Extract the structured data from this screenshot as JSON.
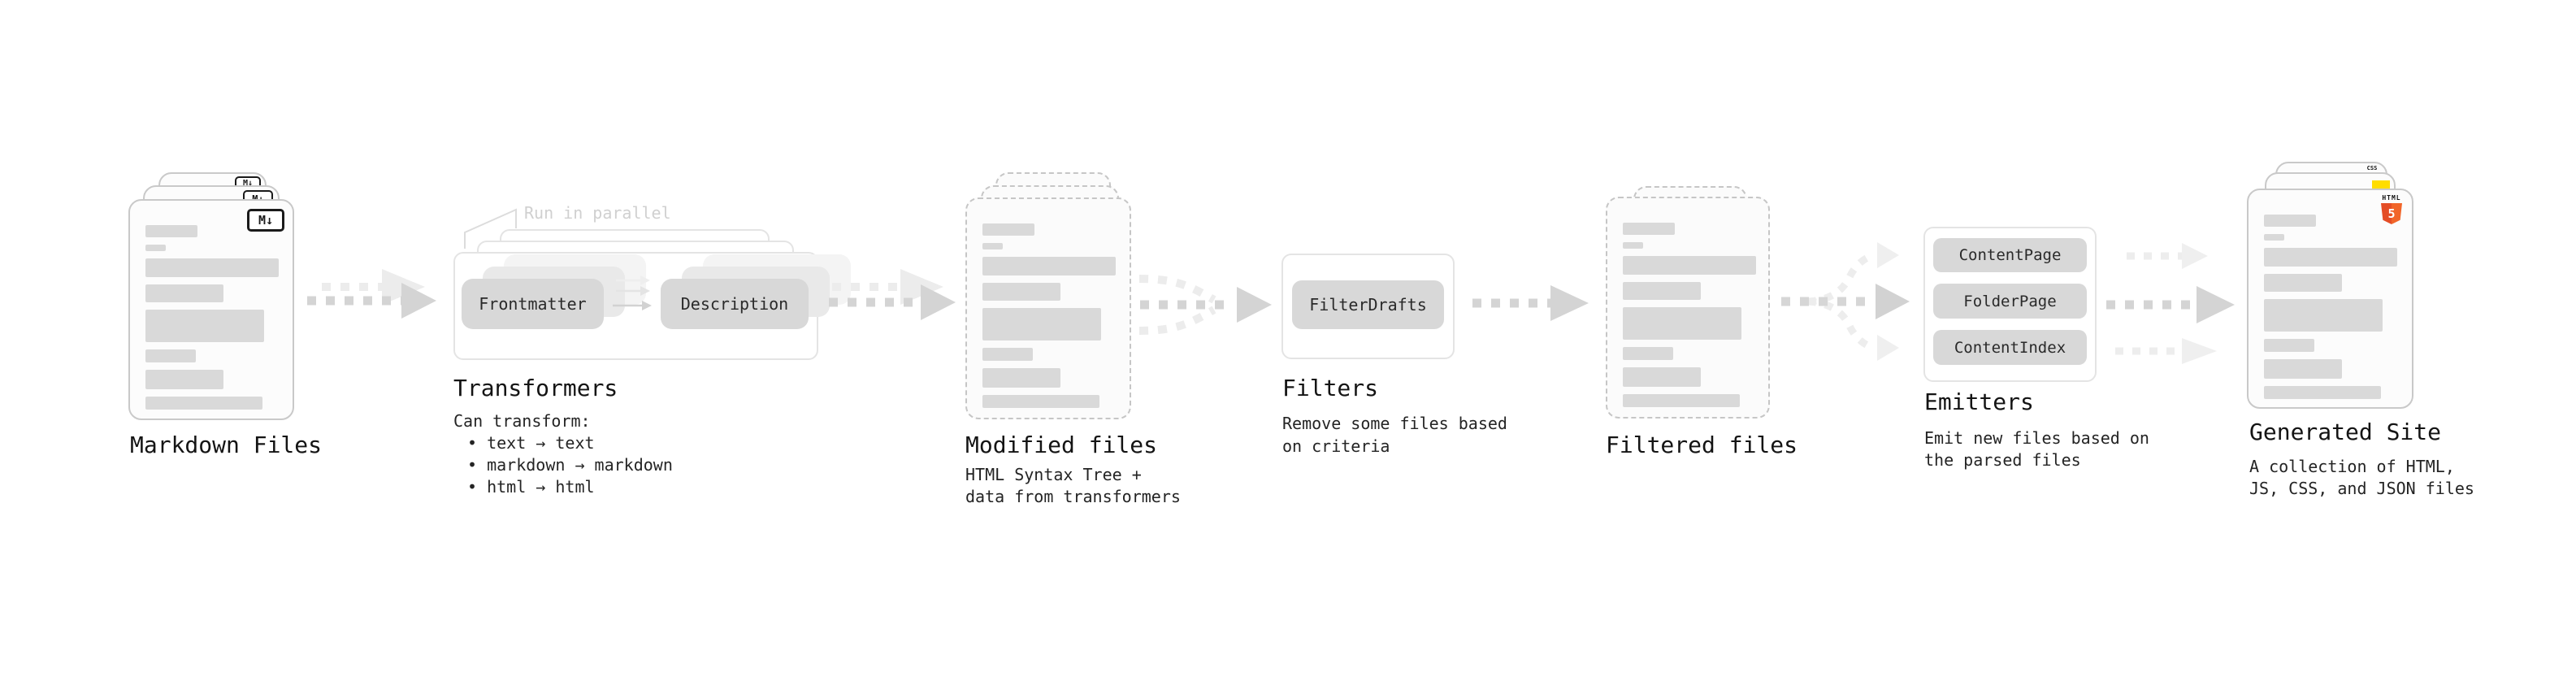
{
  "palette": {
    "html5_orange": "#e44d26",
    "js_yellow": "#ffdd00",
    "css_blue": "#2f6ae0",
    "doc_border_gray": "#c9c9c9",
    "placeholder_bar_gray": "#d9d9d9",
    "arrow_gray": "#d4d4d4",
    "ghost_arrow_gray": "#ececec"
  },
  "stages": {
    "markdown": {
      "title": "Markdown Files",
      "badge": "M↓"
    },
    "transformers": {
      "title": "Transformers",
      "note": "Run in parallel",
      "pill_frontmatter": "Frontmatter",
      "pill_description": "Description",
      "desc_heading": "Can transform:",
      "bullets": [
        "• text → text",
        "• markdown → markdown",
        "• html → html"
      ]
    },
    "modified": {
      "title": "Modified files",
      "desc_line1": "HTML Syntax Tree +",
      "desc_line2": "data from transformers"
    },
    "filters": {
      "title": "Filters",
      "pill": "FilterDrafts",
      "desc_line1": "Remove some files based",
      "desc_line2": "on criteria"
    },
    "filtered": {
      "title": "Filtered files"
    },
    "emitters": {
      "title": "Emitters",
      "pill1": "ContentPage",
      "pill2": "FolderPage",
      "pill3": "ContentIndex",
      "desc_line1": "Emit new files based on",
      "desc_line2": "the parsed files"
    },
    "site": {
      "title": "Generated Site",
      "desc_line1": "A collection of HTML,",
      "desc_line2": "JS, CSS, and JSON files",
      "badge_css": "CSS",
      "badge_html_label": "HTML",
      "badge_html_number": "5"
    }
  }
}
